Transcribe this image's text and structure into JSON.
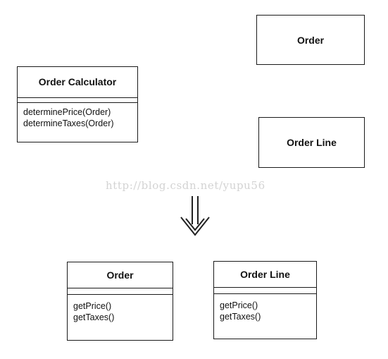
{
  "top": {
    "calculator": {
      "name": "Order Calculator",
      "methods": [
        "determinePrice(Order)",
        "determineTaxes(Order)"
      ]
    },
    "order": {
      "name": "Order"
    },
    "order_line": {
      "name": "Order Line"
    }
  },
  "watermark": "http://blog.csdn.net/yupu56",
  "arrow_icon": "double-down-arrow-icon",
  "bottom": {
    "order": {
      "name": "Order",
      "methods": [
        "getPrice()",
        "getTaxes()"
      ]
    },
    "order_line": {
      "name": "Order Line",
      "methods": [
        "getPrice()",
        "getTaxes()"
      ]
    }
  }
}
